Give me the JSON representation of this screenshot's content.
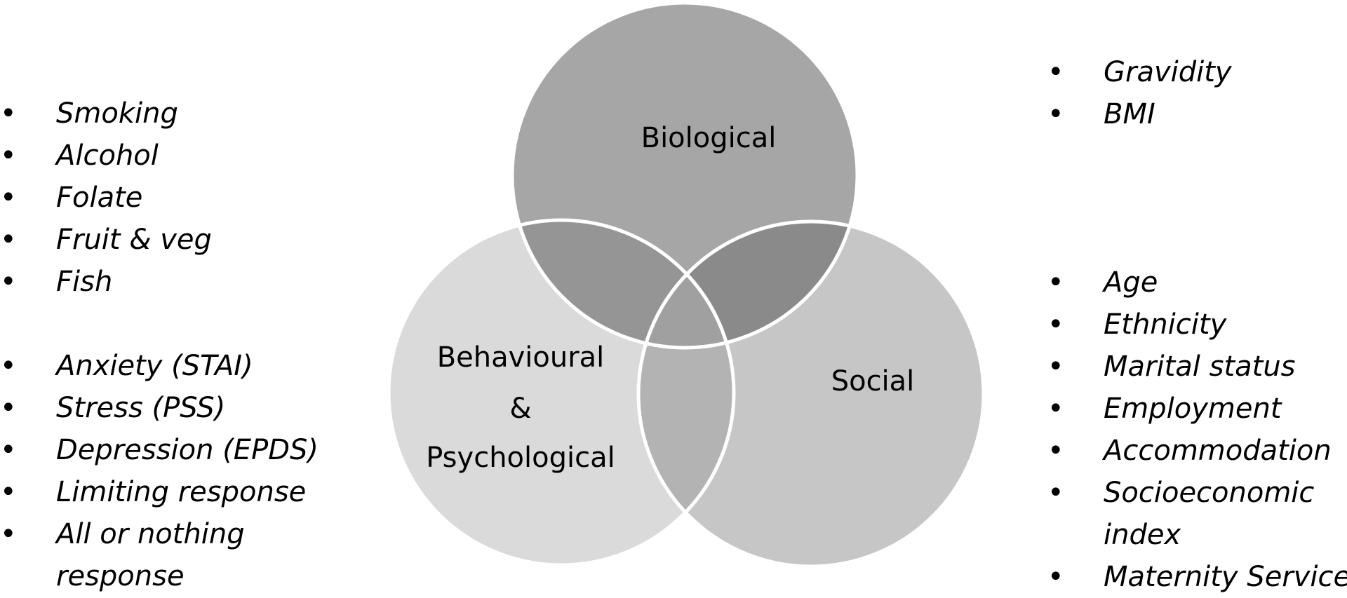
{
  "diagram": {
    "circles": [
      {
        "id": "biological",
        "label": "Biological",
        "fill": "#a6a6a6"
      },
      {
        "id": "behavioural",
        "label_lines": [
          "Behavioural",
          "&",
          "Psychological"
        ],
        "fill": "#dadada"
      },
      {
        "id": "social",
        "label": "Social",
        "fill": "#c6c6c6"
      }
    ],
    "overlap_colors": {
      "bio_behav": "#959595",
      "bio_social": "#8a8a8a",
      "behav_social": "#b3b3b3",
      "all": "#a0a0a0"
    },
    "outline_color": "#ffffff"
  },
  "lists": {
    "left_top": [
      "Smoking",
      "Alcohol",
      "Folate",
      "Fruit & veg",
      "Fish"
    ],
    "left_bottom": [
      "Anxiety (STAI)",
      "Stress (PSS)",
      "Depression (EPDS)",
      "Limiting response",
      {
        "lines": [
          "All or nothing",
          "response"
        ]
      }
    ],
    "right_top": [
      "Gravidity",
      "BMI"
    ],
    "right_bottom": [
      "Age",
      "Ethnicity",
      "Marital status",
      "Employment",
      "Accommodation",
      {
        "lines": [
          "Socioeconomic",
          "index"
        ]
      },
      "Maternity Service"
    ]
  }
}
